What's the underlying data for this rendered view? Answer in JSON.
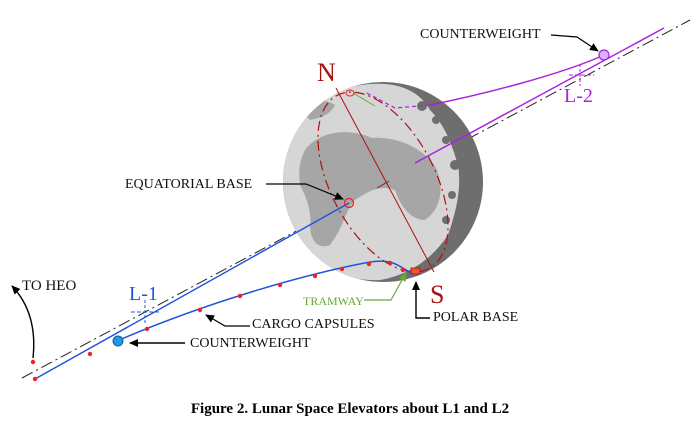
{
  "figure": {
    "caption": "Figure 2.  Lunar Space Elevators about L1 and L2",
    "labels": {
      "counterweight_l2": "COUNTERWEIGHT",
      "l2": "L-2",
      "north": "N",
      "south": "S",
      "equatorial_base": "EQUATORIAL BASE",
      "to_heo": "TO HEO",
      "l1": "L-1",
      "cargo_capsules": "CARGO CAPSULES",
      "counterweight_l1": "COUNTERWEIGHT",
      "tramway": "TRAMWAY",
      "polar_base": "POLAR BASE"
    },
    "colors": {
      "l1_elevator": "#2255dd",
      "l2_elevator": "#aa22dd",
      "axis": "#aa1111",
      "tramway": "#66aa33",
      "capsule": "#ee2222",
      "moon_light": "#d8d8d8",
      "moon_mid": "#a8a8a8",
      "moon_dark": "#707070",
      "counterweight_l1": "#1e9be0",
      "counterweight_l2": "#d9b3ff"
    }
  }
}
